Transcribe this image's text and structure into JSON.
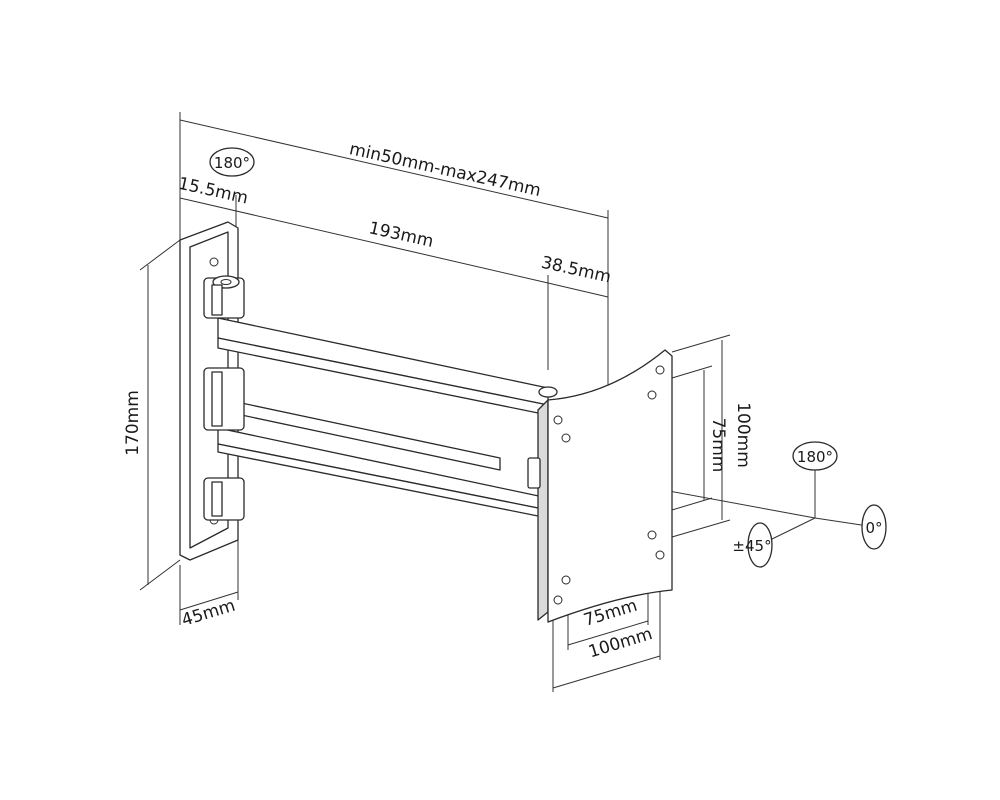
{
  "dimensions": {
    "range": "min50mm-max247mm",
    "arm_length": "193mm",
    "wall_offset": "15.5mm",
    "plate_offset": "38.5mm",
    "height": "170mm",
    "depth": "45mm",
    "vesa_v_small": "75mm",
    "vesa_v_large": "100mm",
    "vesa_h_small": "75mm",
    "vesa_h_large": "100mm"
  },
  "rotation_badges": {
    "wall_swivel": "180°",
    "plate_swivel": "180°",
    "tilt": "±45°",
    "rotation": "0°"
  }
}
